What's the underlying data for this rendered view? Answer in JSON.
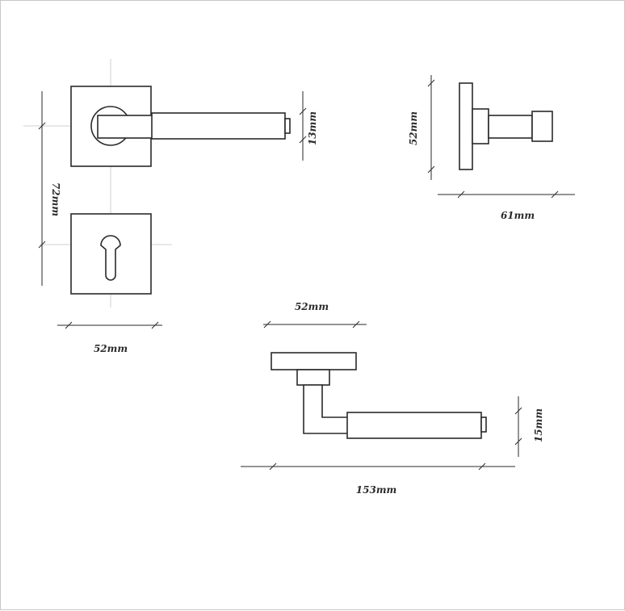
{
  "drawing": {
    "front_view": {
      "height_label": "72mm",
      "width_label": "52mm",
      "lever_diameter_label": "13mm"
    },
    "side_view": {
      "height_label": "52mm",
      "projection_label": "61mm"
    },
    "top_view": {
      "rose_width_label": "52mm",
      "lever_length_label": "153mm",
      "lever_thickness_label": "15mm"
    }
  }
}
